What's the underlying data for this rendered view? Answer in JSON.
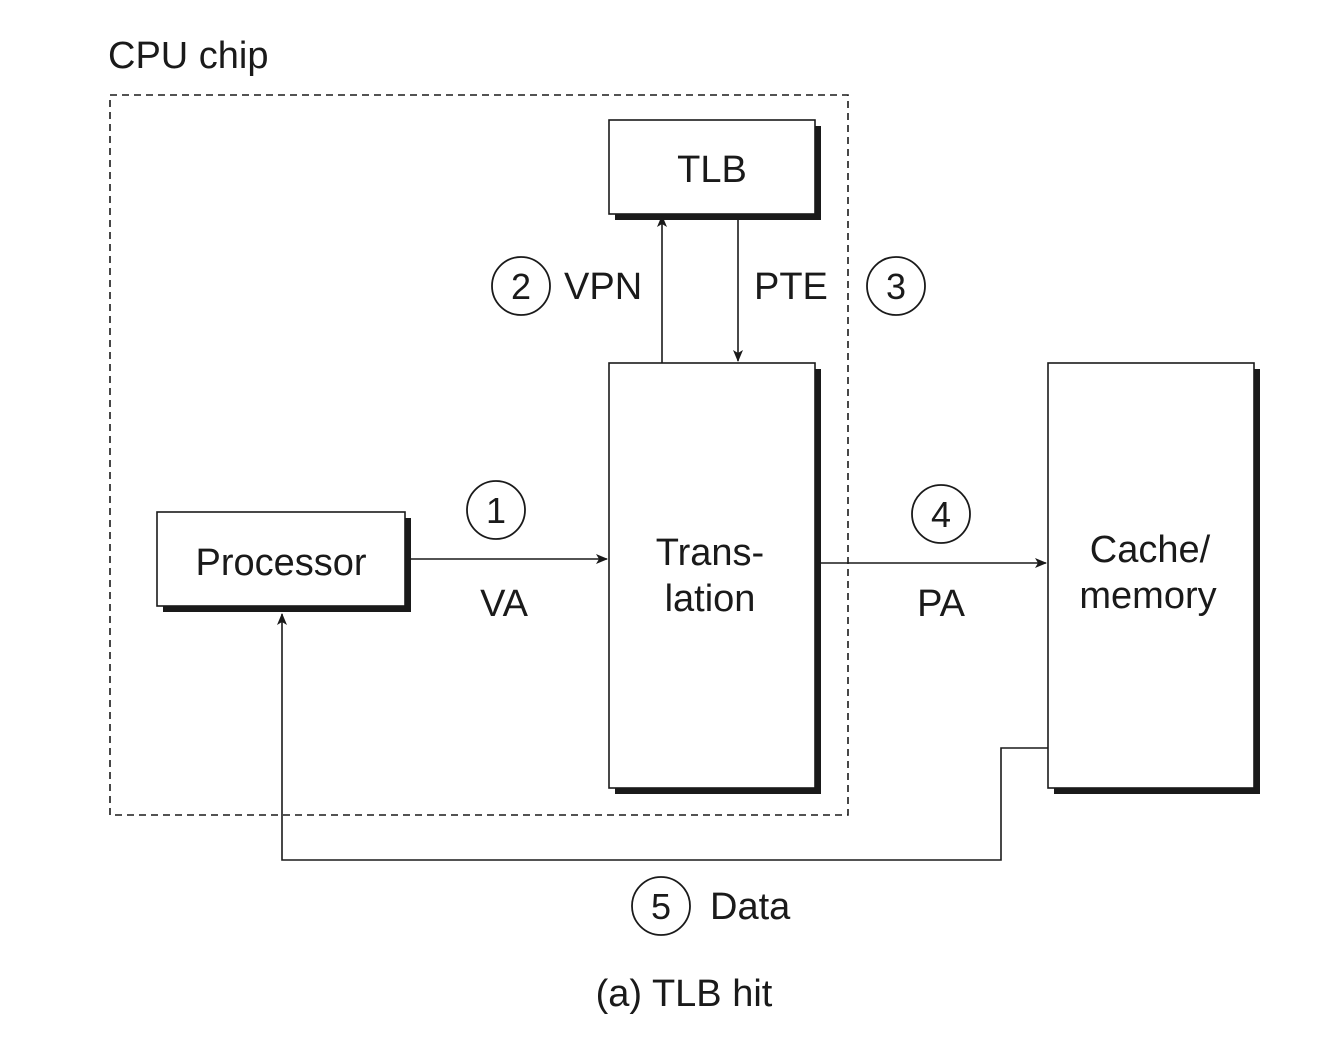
{
  "chip": {
    "label": "CPU chip"
  },
  "blocks": {
    "tlb": "TLB",
    "processor": "Processor",
    "translation_line1": "Trans-",
    "translation_line2": "lation",
    "cache_line1": "Cache/",
    "cache_line2": "memory"
  },
  "steps": [
    {
      "number": "1",
      "label": "VA"
    },
    {
      "number": "2",
      "label": "VPN"
    },
    {
      "number": "3",
      "label": "PTE"
    },
    {
      "number": "4",
      "label": "PA"
    },
    {
      "number": "5",
      "label": "Data"
    }
  ],
  "caption": "(a) TLB hit",
  "colors": {
    "ink": "#1a1a1a",
    "background": "#ffffff"
  }
}
